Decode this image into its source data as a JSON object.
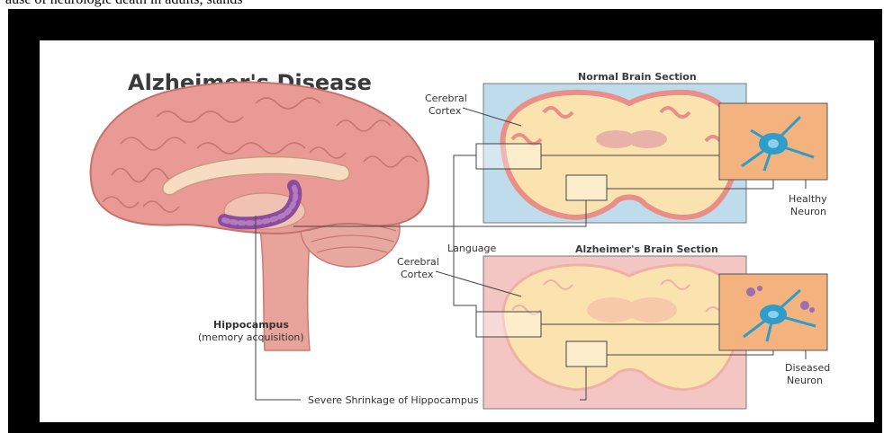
{
  "caption": "ause of neurologic death in adults, stands",
  "diagram": {
    "title": "Alzheimer's Disease",
    "normal_section_title": "Normal Brain Section",
    "alz_section_title": "Alzheimer's Brain Section",
    "cortex_top": [
      "Cerebral",
      "Cortex"
    ],
    "cortex_bottom": [
      "Cerebral",
      "Cortex"
    ],
    "language": "Language",
    "hippocampus": [
      "Hippocampus",
      "(memory acquisition)"
    ],
    "healthy_neuron": [
      "Healthy",
      "Neuron"
    ],
    "diseased_neuron": [
      "Diseased",
      "Neuron"
    ],
    "shrinkage": "Severe Shrinkage of Hippocampus",
    "colors": {
      "brain_pink": "#e99a94",
      "cortex_cream": "#fbe3b0",
      "normal_bg": "#bfdcec",
      "alz_bg": "#f3c6c3",
      "neuron_bg": "#f3b27e",
      "neuron_cell": "#2f9cc9",
      "hippocampus_purple": "#8b4c9c"
    }
  }
}
